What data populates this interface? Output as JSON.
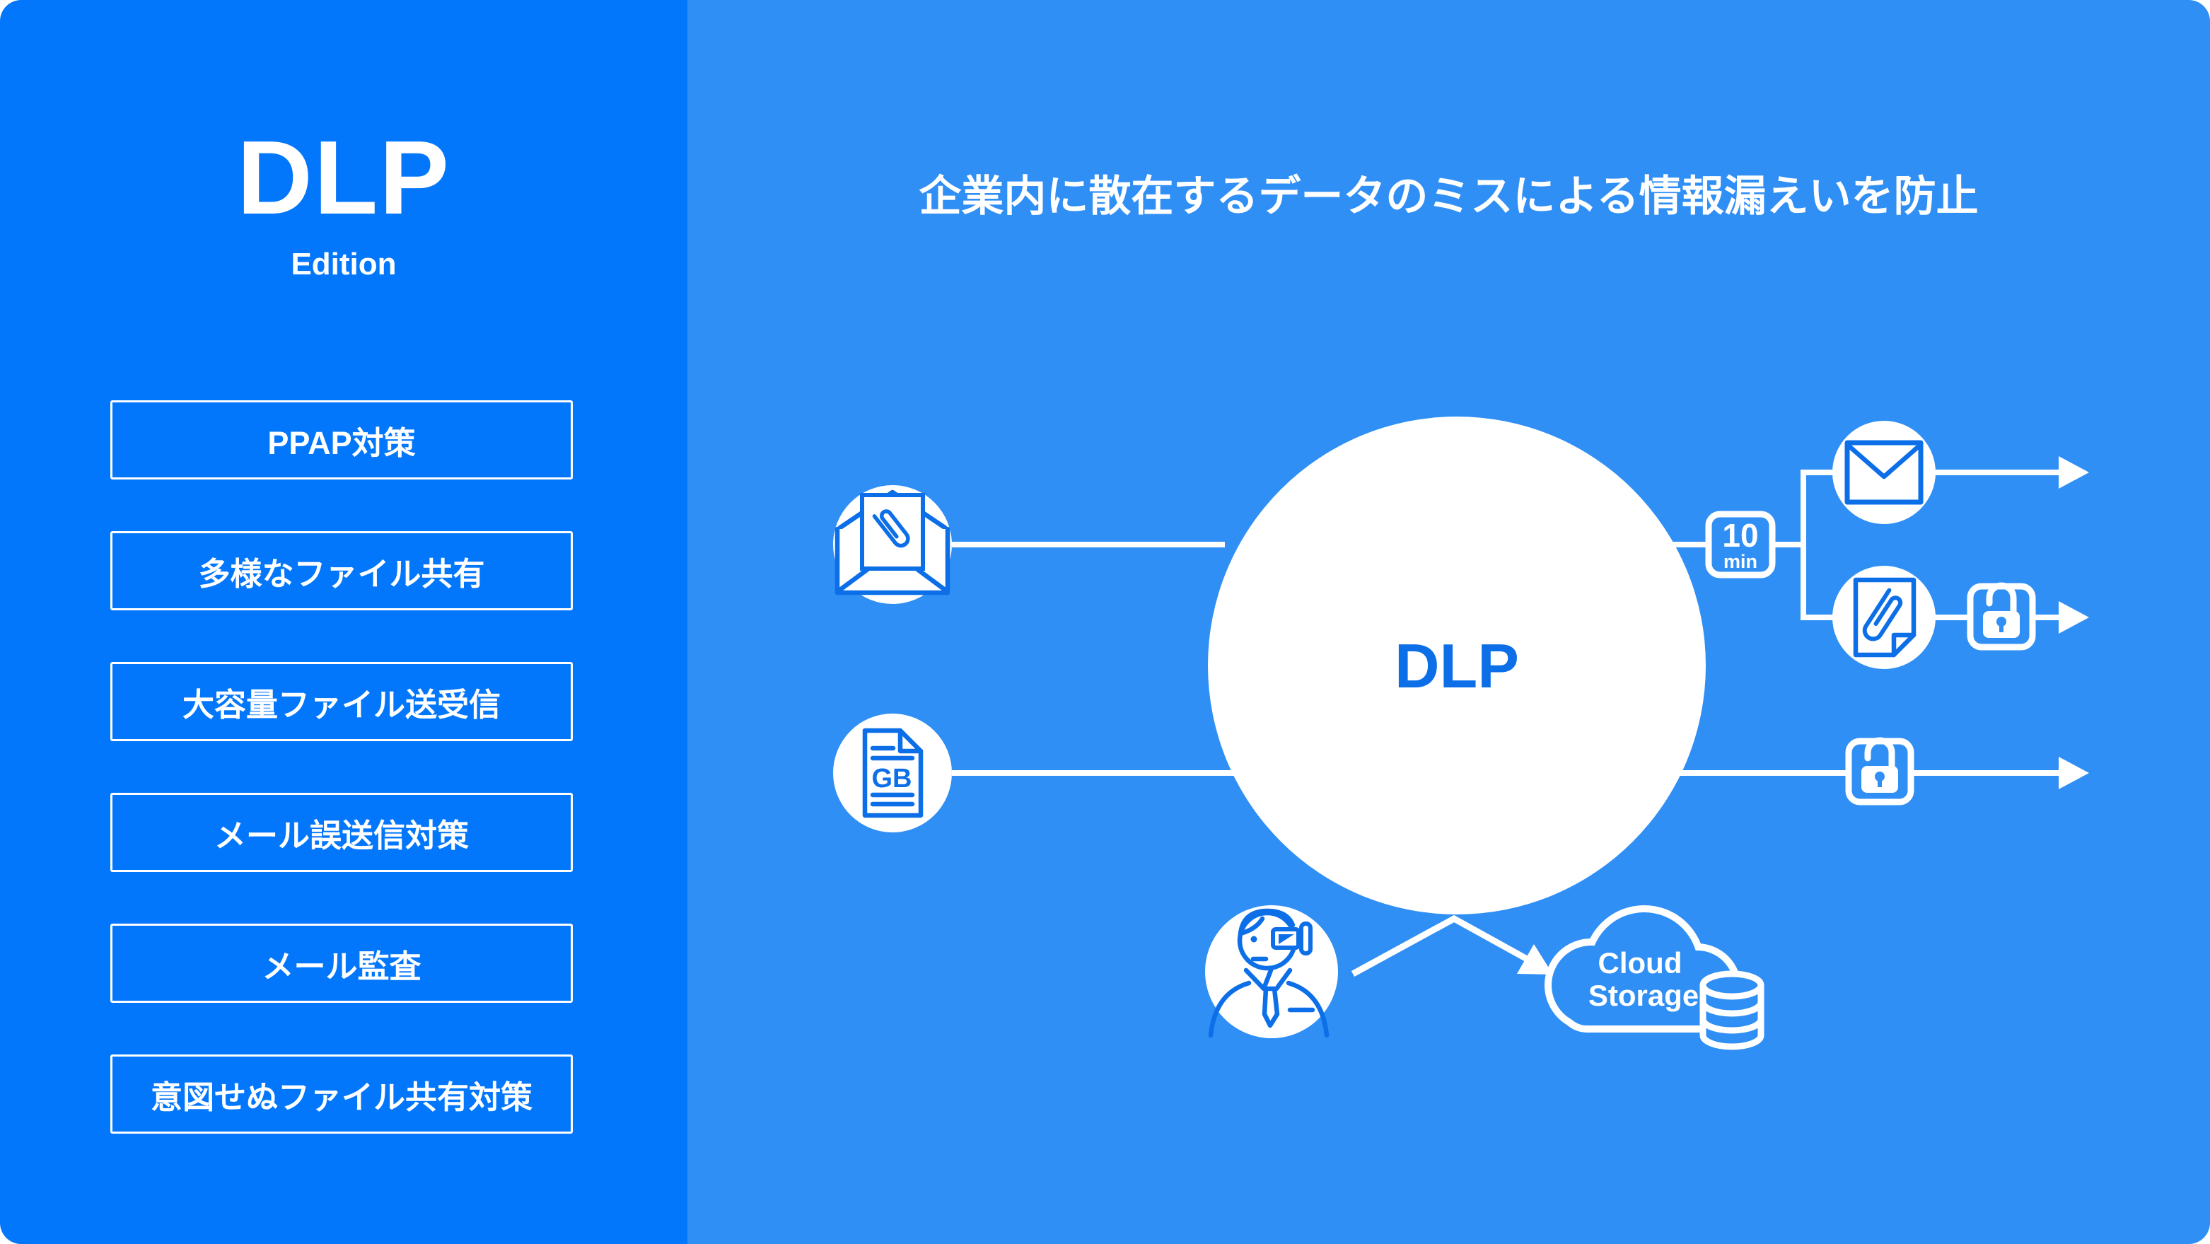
{
  "sidebar": {
    "title": "DLP",
    "subtitle": "Edition",
    "menu": [
      {
        "label": "PPAP対策"
      },
      {
        "label": "多様なファイル共有"
      },
      {
        "label": "大容量ファイル送受信"
      },
      {
        "label": "メール誤送信対策"
      },
      {
        "label": "メール監査"
      },
      {
        "label": "意図せぬファイル共有対策"
      }
    ]
  },
  "main": {
    "title": "企業内に散在するデータのミスによる情報漏えいを防止",
    "hub_label": "DLP",
    "badge": {
      "value": "10",
      "unit": "min"
    },
    "file_label": "GB",
    "cloud_label_line1": "Cloud",
    "cloud_label_line2": "Storage"
  },
  "icons": {
    "source_mail": "mail-attachment-icon",
    "source_file": "large-file-gb-icon",
    "output_mail": "mail-icon",
    "output_attachment": "attachment-file-icon",
    "unlock_top": "unlock-icon",
    "unlock_bottom": "unlock-icon",
    "admin": "admin-monitor-icon",
    "cloud": "cloud-icon",
    "database": "database-icon",
    "arrows": "arrow-right-icon"
  },
  "colors": {
    "sidebar_bg": "#0377FB",
    "main_bg": "#2F8FF5",
    "line_white": "#FFFFFF",
    "icon_blue": "#0C6FE8",
    "hub_text": "#0C6FE8"
  }
}
